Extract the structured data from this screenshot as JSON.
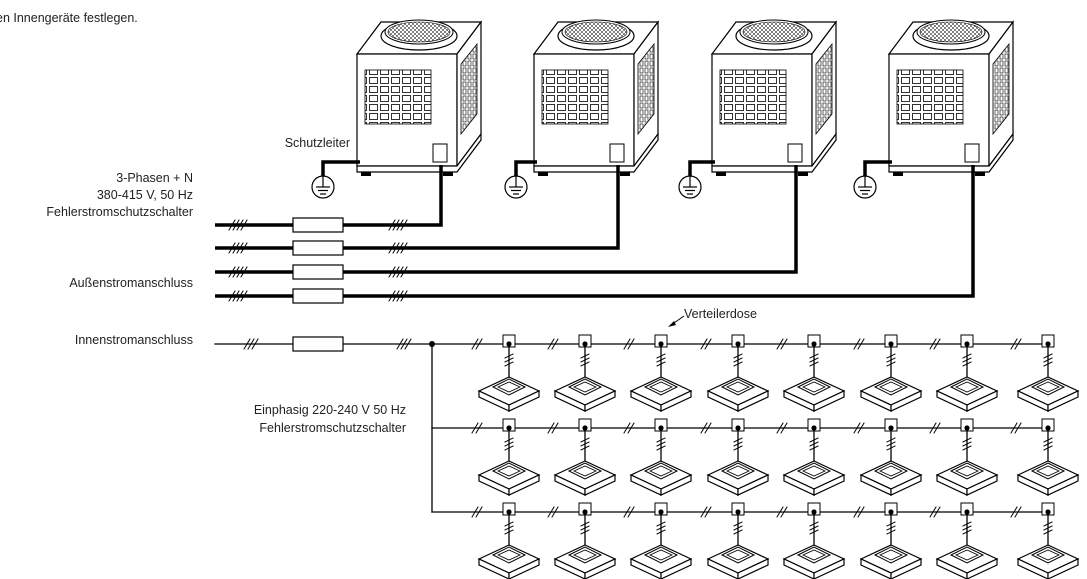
{
  "header_fragment": "en Innengeräte festlegen.",
  "labels": {
    "schutzleiter": "Schutzleiter",
    "three_phase": [
      "3-Phasen + N",
      "380-415 V, 50 Hz",
      "Fehlerstromschutzschalter"
    ],
    "outdoor_supply": "Außenstromanschluss",
    "indoor_supply": "Innenstromanschluss",
    "single_phase": [
      "Einphasig 220-240 V 50 Hz",
      "Fehlerstromschutzschalter"
    ],
    "junction_box": "Verteilerdose"
  },
  "components": {
    "outdoor_units": 4,
    "indoor_unit_rows": 3,
    "indoor_units_per_row": 8
  },
  "icons": [
    "outdoor-unit-icon",
    "earth-ground-icon",
    "fuse-icon",
    "junction-box-icon",
    "cassette-indoor-unit-icon"
  ]
}
